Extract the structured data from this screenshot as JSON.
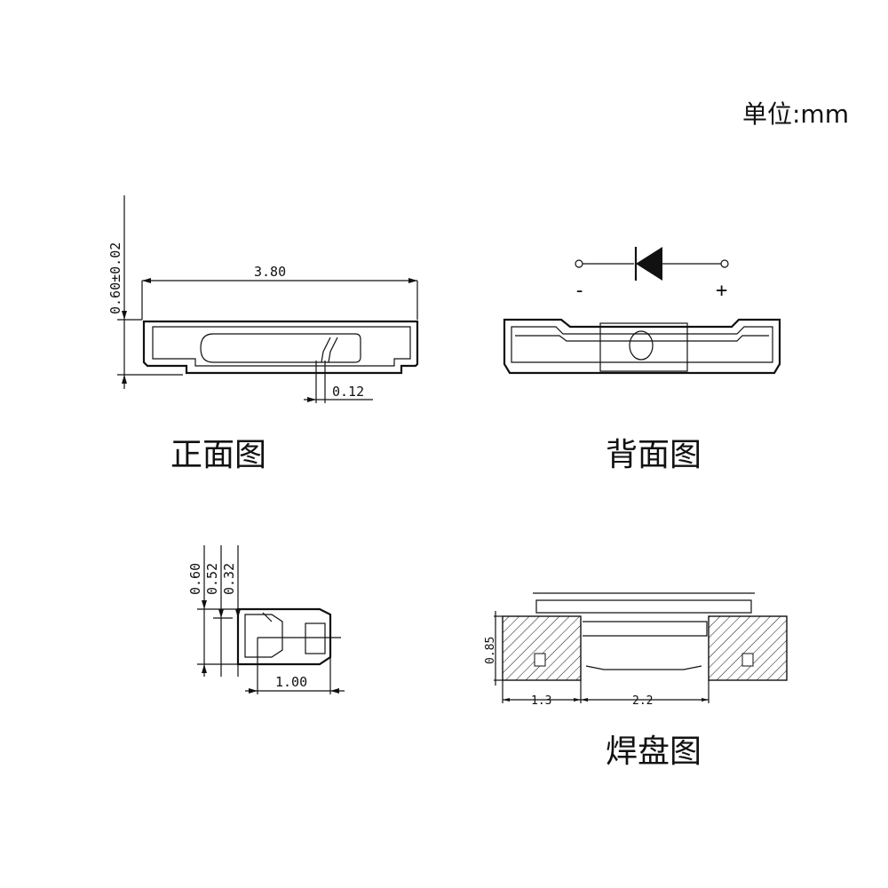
{
  "unit_label": "单位:mm",
  "front_view": {
    "caption": "正面图",
    "dim_width": "3.80",
    "dim_height": "0.60±0.02",
    "dim_offset": "0.12"
  },
  "back_view": {
    "caption": "背面图",
    "polarity_minus": "-",
    "polarity_plus": "+"
  },
  "side_view": {
    "dim_a": "0.60",
    "dim_b": "0.52",
    "dim_c": "0.32",
    "dim_width": "1.00"
  },
  "pad_view": {
    "caption": "焊盘图",
    "dim_height": "0.85",
    "dim_pad": "1.3",
    "dim_gap": "2.2"
  }
}
